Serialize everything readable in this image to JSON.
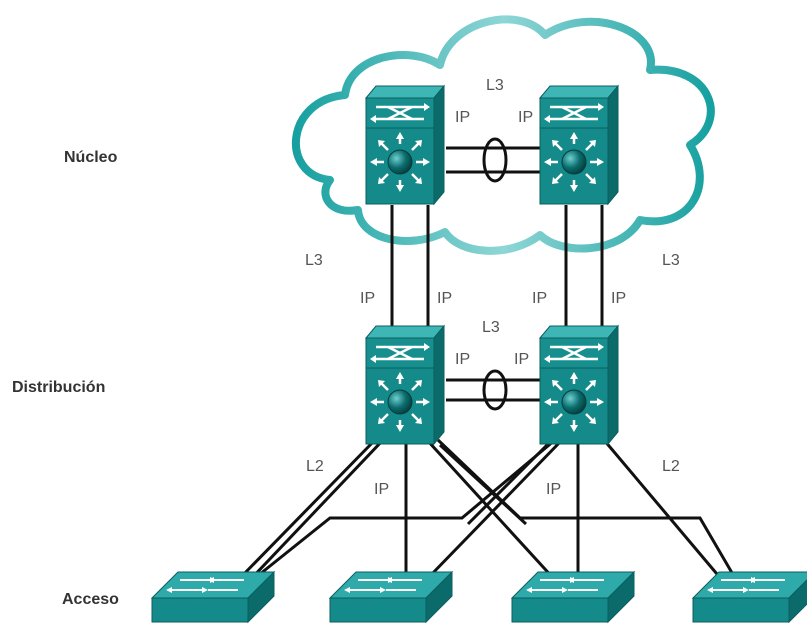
{
  "tiers": {
    "core": "Núcleo",
    "distribution": "Distribución",
    "access": "Acceso"
  },
  "labels": {
    "core_l3": "L3",
    "core_ip_left": "IP",
    "core_ip_right": "IP",
    "uplink_l3_left": "L3",
    "uplink_l3_right": "L3",
    "uplink_ip_1": "IP",
    "uplink_ip_2": "IP",
    "uplink_ip_3": "IP",
    "uplink_ip_4": "IP",
    "dist_l3": "L3",
    "dist_ip_left": "IP",
    "dist_ip_right": "IP",
    "access_l2_left": "L2",
    "access_l2_right": "L2",
    "access_ip_left": "IP",
    "access_ip_right": "IP"
  },
  "colors": {
    "cloud_stroke": "#2aa7a7",
    "device_face": "#138a8a",
    "device_top": "#39b4b4",
    "device_side": "#0b6b6b",
    "link": "#111111",
    "text": "#555555"
  },
  "icons": {
    "multilayer_switch": "multilayer-switch-icon",
    "access_switch": "workgroup-switch-icon",
    "cloud": "cloud-icon",
    "etherchannel": "etherchannel-ellipse-icon"
  }
}
